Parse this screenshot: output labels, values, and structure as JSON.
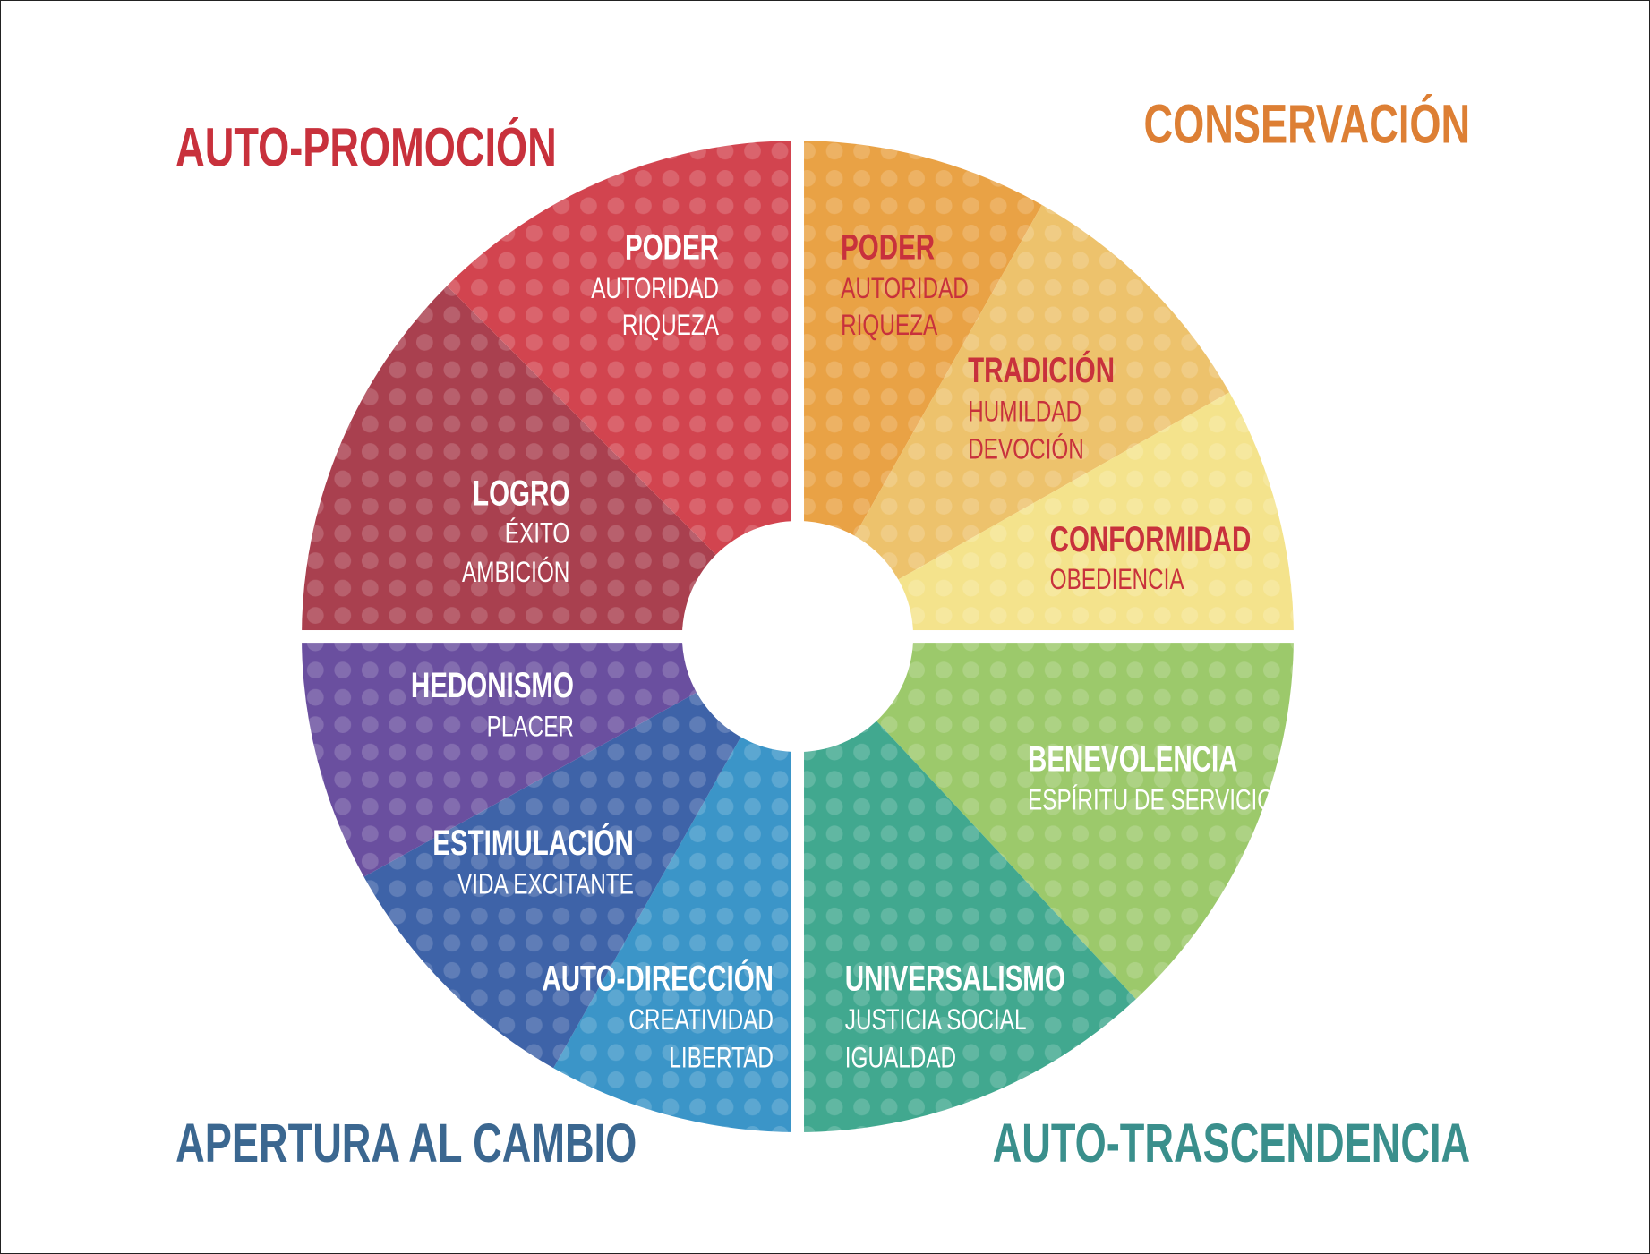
{
  "quadrants": {
    "top_left": {
      "label": "AUTO-PROMOCIÓN",
      "color": "#c8313c"
    },
    "top_right": {
      "label": "CONSERVACIÓN",
      "color": "#dd7f34"
    },
    "bottom_left": {
      "label": "APERTURA AL CAMBIO",
      "color": "#3b6790"
    },
    "bottom_right": {
      "label": "AUTO-TRASCENDENCIA",
      "color": "#3a8f8c"
    }
  },
  "segments": [
    {
      "title": "PODER",
      "items": [
        "AUTORIDAD",
        "RIQUEZA"
      ],
      "color": "#e9a245",
      "text_color": "#c8313c"
    },
    {
      "title": "TRADICIÓN",
      "items": [
        "HUMILDAD",
        "DEVOCIÓN"
      ],
      "color": "#edc26c",
      "text_color": "#c8313c"
    },
    {
      "title": "CONFORMIDAD",
      "items": [
        "OBEDIENCIA"
      ],
      "color": "#f4e38c",
      "text_color": "#c8313c"
    },
    {
      "title": "BENEVOLENCIA",
      "items": [
        "ESPÍRITU DE SERVICIO"
      ],
      "color": "#9cc96b",
      "text_color": "#ffffff"
    },
    {
      "title": "UNIVERSALISMO",
      "items": [
        "JUSTICIA SOCIAL",
        "IGUALDAD"
      ],
      "color": "#41a88f",
      "text_color": "#ffffff"
    },
    {
      "title": "AUTO-DIRECCIÓN",
      "items": [
        "CREATIVIDAD",
        "LIBERTAD"
      ],
      "color": "#3b95c8",
      "text_color": "#ffffff"
    },
    {
      "title": "ESTIMULACIÓN",
      "items": [
        "VIDA EXCITANTE"
      ],
      "color": "#3e63a8",
      "text_color": "#ffffff"
    },
    {
      "title": "HEDONISMO",
      "items": [
        "PLACER"
      ],
      "color": "#6a4f9f",
      "text_color": "#ffffff"
    },
    {
      "title": "LOGRO",
      "items": [
        "ÉXITO",
        "AMBICIÓN"
      ],
      "color": "#a9404f",
      "text_color": "#ffffff"
    },
    {
      "title": "PODER",
      "items": [
        "AUTORIDAD",
        "RIQUEZA"
      ],
      "color": "#d2444f",
      "text_color": "#ffffff"
    }
  ]
}
